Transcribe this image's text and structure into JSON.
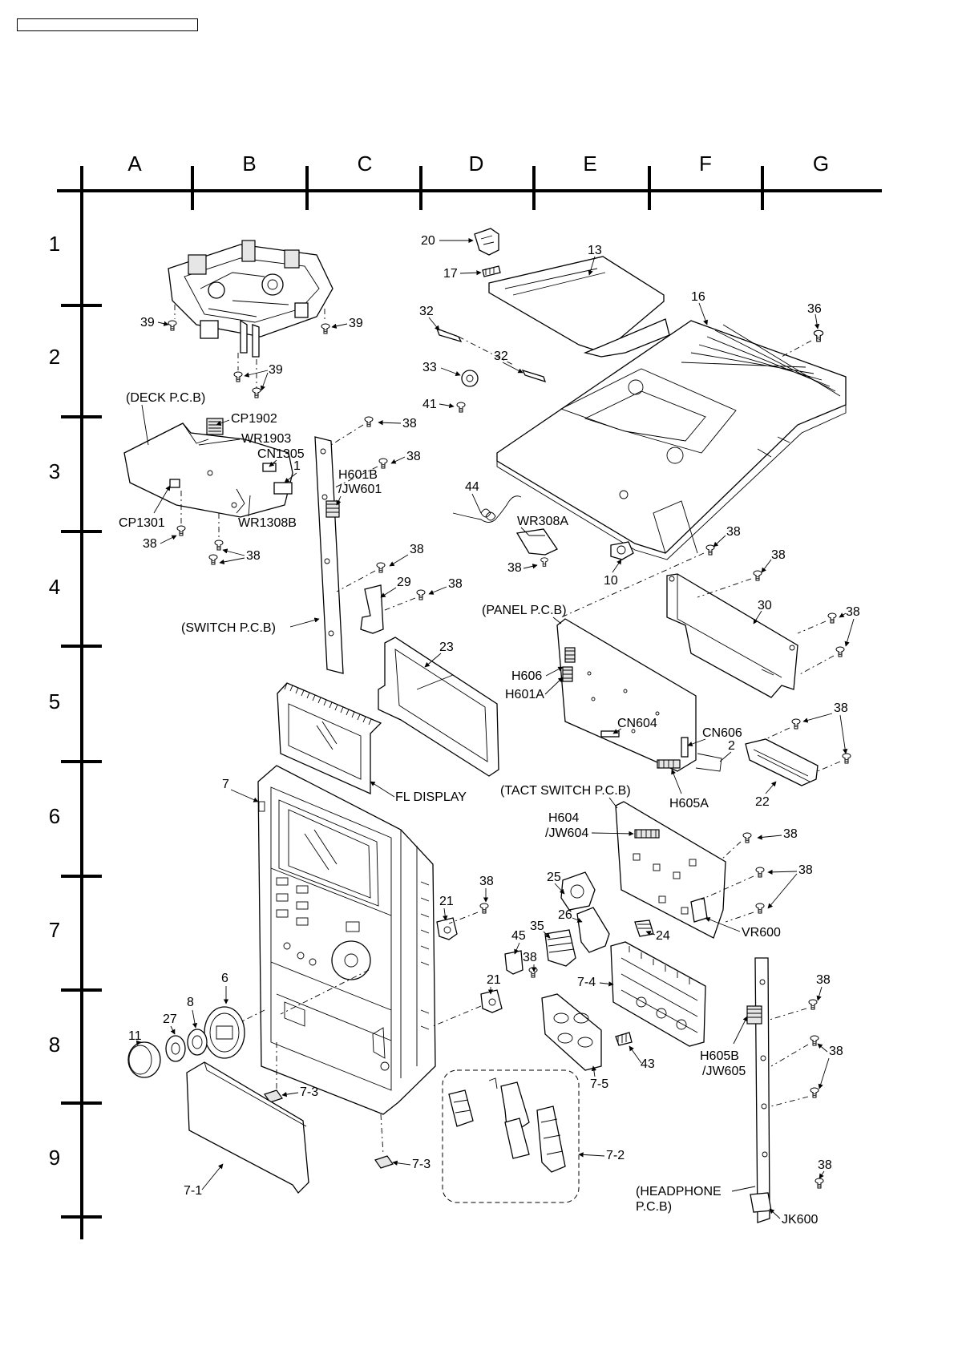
{
  "grid": {
    "columns": [
      "A",
      "B",
      "C",
      "D",
      "E",
      "F",
      "G"
    ],
    "rows": [
      "1",
      "2",
      "3",
      "4",
      "5",
      "6",
      "7",
      "8",
      "9"
    ]
  },
  "labels": {
    "p20": "20",
    "p17": "17",
    "p13": "13",
    "p16": "16",
    "p36": "36",
    "p32a": "32",
    "p32b": "32",
    "p33": "33",
    "p41": "41",
    "p39a": "39",
    "p39b": "39",
    "p39c": "39",
    "deck_pcb": "(DECK P.C.B)",
    "cp1902": "CP1902",
    "wr1903": "WR1903",
    "cn1305": "CN1305",
    "p1": "1",
    "cp1301": "CP1301",
    "wr1308b": "WR1308B",
    "p38_deck1": "38",
    "p38_deck2": "38",
    "p38_sw1": "38",
    "p38_sw2": "38",
    "p38_sw3": "38",
    "p38_sw4": "38",
    "h601b_line1": "H601B",
    "h601b_line2": "/JW601",
    "p29": "29",
    "switch_pcb": "(SWITCH P.C.B)",
    "p44": "44",
    "wr308a": "WR308A",
    "p38_wr": "38",
    "p10": "10",
    "p38_f4a": "38",
    "p38_f4b": "38",
    "p30": "30",
    "p38_g4": "38",
    "panel_pcb": "(PANEL P.C.B)",
    "p23": "23",
    "h606": "H606",
    "h601a": "H601A",
    "cn604": "CN604",
    "cn606": "CN606",
    "p2": "2",
    "p38_g5": "38",
    "h605a": "H605A",
    "p22": "22",
    "p7": "7",
    "fl_display": "FL DISPLAY",
    "tact_switch_pcb": "(TACT SWITCH P.C.B)",
    "h604_line1": "H604",
    "h604_line2": "/JW604",
    "p38_g6a": "38",
    "p25": "25",
    "p38_g6b": "38",
    "p21a": "21",
    "p38_c7": "38",
    "p26": "26",
    "p35": "35",
    "p24": "24",
    "vr600": "VR600",
    "p45": "45",
    "p38_d8": "38",
    "p21b": "21",
    "p7_4": "7-4",
    "p6": "6",
    "p8": "8",
    "p27": "27",
    "p11": "11",
    "p43": "43",
    "p7_5": "7-5",
    "h605b_line1": "H605B",
    "h605b_line2": "/JW605",
    "p38_g8a": "38",
    "p38_g8b": "38",
    "p7_3a": "7-3",
    "p7_3b": "7-3",
    "p7_2": "7-2",
    "p7_1": "7-1",
    "headphone_line1": "(HEADPHONE",
    "headphone_line2": "P.C.B)",
    "p38_g9": "38",
    "jk600": "JK600"
  }
}
